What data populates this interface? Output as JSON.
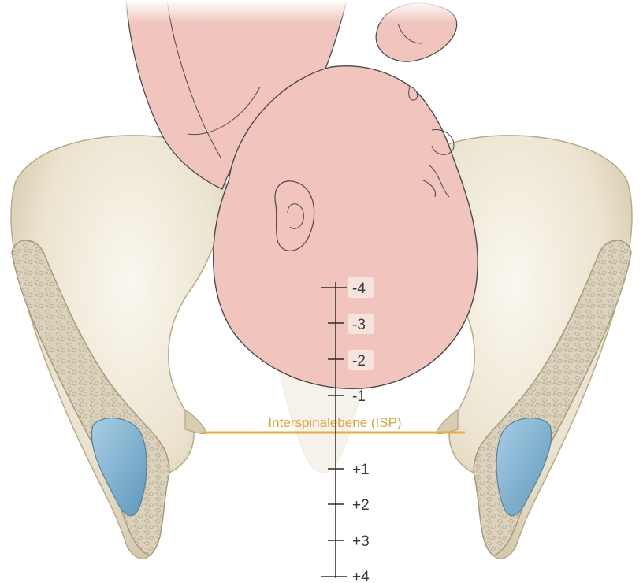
{
  "colors": {
    "skin": "#f1c4bd",
    "skin_outline": "#4a4a4a",
    "bone": "#ece4d0",
    "bone_shade": "#d5c9aa",
    "bone_cut": "#d9d1bd",
    "acetabulum": "#7fb3d1",
    "isp_line": "#e7ad3f",
    "scale": "#2b2b2b"
  },
  "isp_label": "Interspinalebene (ISP)",
  "scale_labels": {
    "m4": "-4",
    "m3": "-3",
    "m2": "-2",
    "m1": "-1",
    "p1": "+1",
    "p2": "+2",
    "p3": "+3",
    "p4": "+4"
  },
  "icons": {
    "pelvis": "pelvis-illustration",
    "fetus": "fetal-head-illustration"
  }
}
